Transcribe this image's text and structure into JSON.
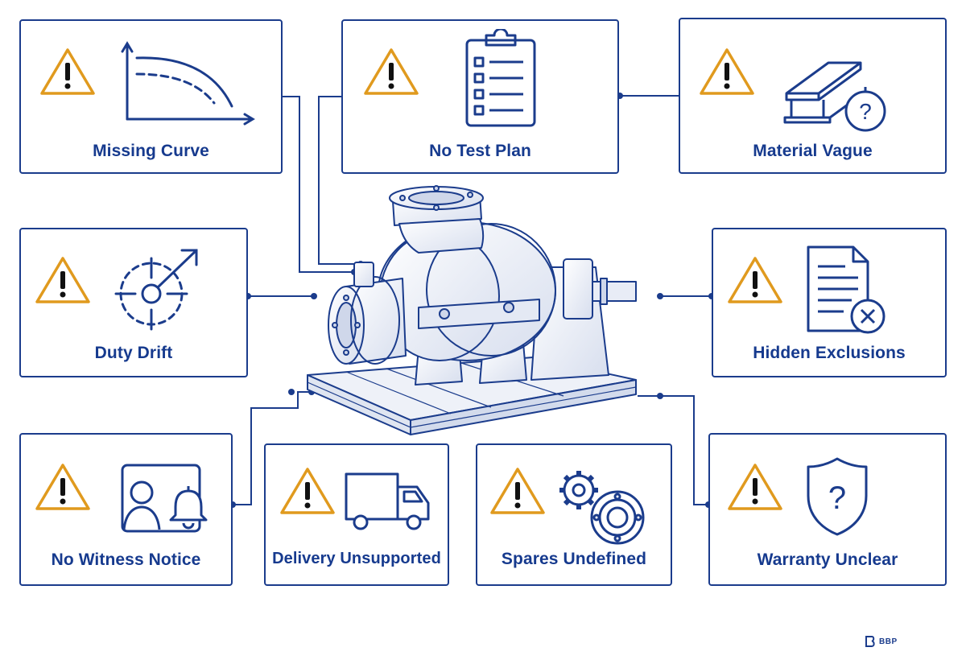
{
  "cards": [
    {
      "id": "missing-curve",
      "label": "Missing Curve",
      "icon": "performance-curve-icon"
    },
    {
      "id": "no-test-plan",
      "label": "No Test Plan",
      "icon": "clipboard-checklist-icon"
    },
    {
      "id": "material-vague",
      "label": "Material Vague",
      "icon": "steel-beams-question-icon"
    },
    {
      "id": "duty-drift",
      "label": "Duty Drift",
      "icon": "target-drift-arrow-icon"
    },
    {
      "id": "hidden-exclusions",
      "label": "Hidden Exclusions",
      "icon": "document-x-icon"
    },
    {
      "id": "no-witness-notice",
      "label": "No Witness Notice",
      "icon": "person-bell-icon"
    },
    {
      "id": "delivery-unsupported",
      "label": "Delivery Unsupported",
      "icon": "truck-icon"
    },
    {
      "id": "spares-undefined",
      "label": "Spares Undefined",
      "icon": "gears-icon"
    },
    {
      "id": "warranty-unclear",
      "label": "Warranty Unclear",
      "icon": "shield-question-icon"
    }
  ],
  "center_illustration": "centrifugal-pump-icon",
  "warning_icon": "warning-triangle-icon",
  "logo": {
    "text": "BBP"
  },
  "colors": {
    "border": "#1b3c8c",
    "text": "#163a8e",
    "warning": "#e09a1e",
    "line": "#1b3c8c"
  }
}
